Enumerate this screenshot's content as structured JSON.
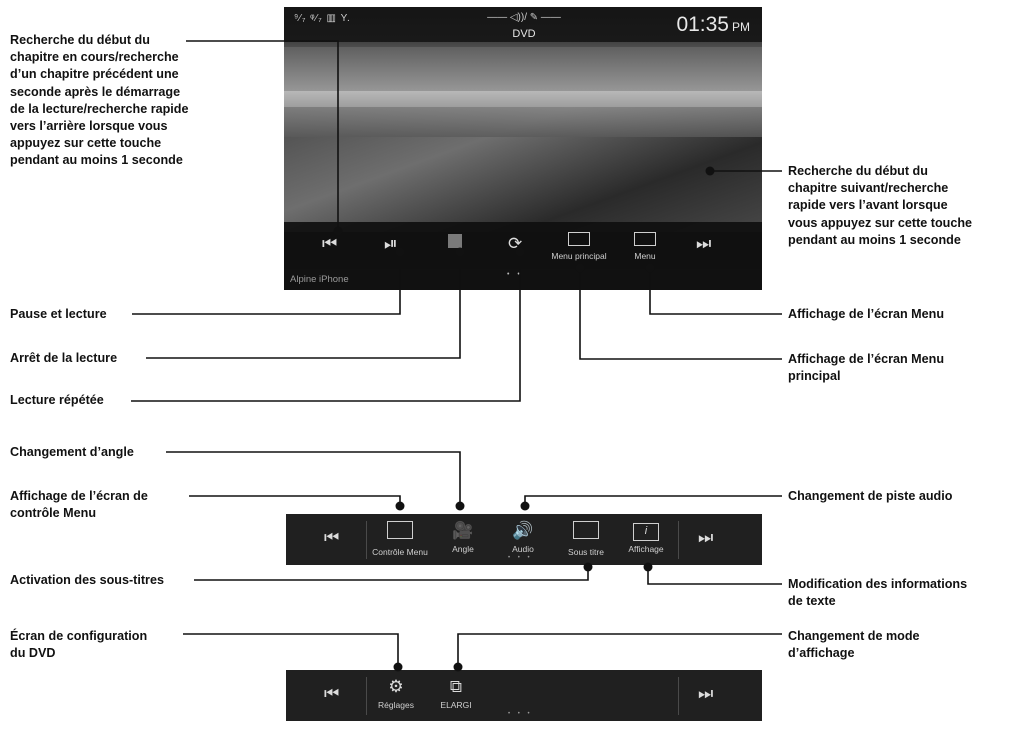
{
  "screen": {
    "status_icons": "⁹⁄₇ ᵠ⁄₇ ▥ Y.",
    "audio_indicator": "—— ◁))/ ✎ ——",
    "source": "DVD",
    "time": "01:35",
    "ampm": "PM",
    "footer_label": "Alpine iPhone",
    "buttons": {
      "menu_principal": "Menu principal",
      "menu": "Menu"
    }
  },
  "bar2": {
    "buttons": {
      "controle_menu": "Contrôle Menu",
      "angle": "Angle",
      "audio": "Audio",
      "sous_titre": "Sous titre",
      "affichage": "Affichage"
    }
  },
  "bar3": {
    "buttons": {
      "reglages": "Réglages",
      "elargi": "ELARGI"
    }
  },
  "callouts": {
    "prev": "Recherche du début du\nchapitre en cours/recherche\nd’un chapitre précédent une\nseconde après le démarrage\nde la lecture/recherche rapide\nvers l’arrière lorsque vous\nappuyez sur cette touche\npendant au moins 1 seconde",
    "next": "Recherche du début du\nchapitre suivant/recherche\nrapide vers l’avant lorsque\nvous appuyez sur cette touche\npendant au moins 1 seconde",
    "pause": "Pause et lecture",
    "stop": "Arrêt de la lecture",
    "repeat": "Lecture répétée",
    "menu": "Affichage de l’écran Menu",
    "menu_principal": "Affichage de l’écran Menu\nprincipal",
    "angle": "Changement d’angle",
    "controle_menu": "Affichage de l’écran de\ncontrôle Menu",
    "audio": "Changement de piste audio",
    "subtitles": "Activation des sous-titres",
    "text_info": "Modification des informations\nde texte",
    "dvd_config": "Écran de configuration\ndu DVD",
    "display_mode": "Changement de mode\nd’affichage"
  }
}
